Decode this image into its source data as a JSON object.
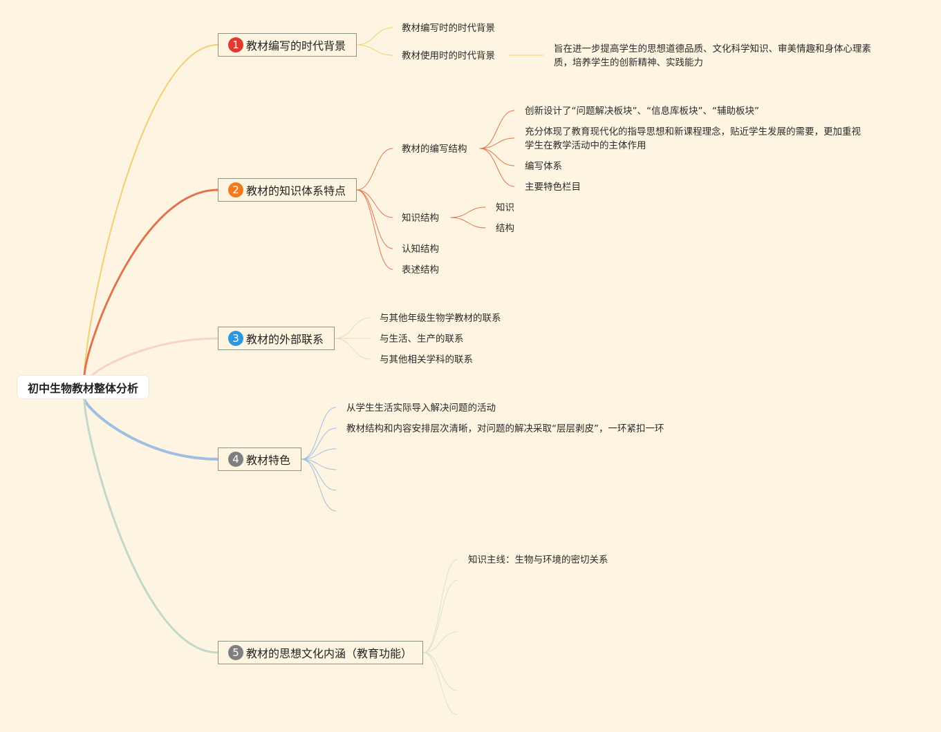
{
  "root": {
    "label": "初中生物教材整体分析"
  },
  "branches": [
    {
      "number": "1",
      "label": "教材编写的时代背景",
      "color": "#f2cf6f",
      "badge_color": "#e03a2f",
      "children": [
        {
          "label": "教材编写时的时代背景"
        },
        {
          "label": "教材使用时的时代背景",
          "children": [
            {
              "label": "旨在进一步提高学生的思想道德品质、文化科学知识、审美情趣和身体心理素质，培养学生的创新精神、实践能力"
            }
          ]
        }
      ]
    },
    {
      "number": "2",
      "label": "教材的知识体系特点",
      "color": "#e0744e",
      "badge_color": "#f07a1c",
      "children": [
        {
          "label": "教材的编写结构",
          "children": [
            {
              "label": "创新设计了“问题解决板块”、“信息库板块”、“辅助板块”"
            },
            {
              "label": "充分体现了教育现代化的指导思想和新课程理念，贴近学生发展的需要，更加重视学生在教学活动中的主体作用"
            },
            {
              "label": "编写体系"
            },
            {
              "label": "主要特色栏目"
            }
          ]
        },
        {
          "label": "知识结构",
          "children": [
            {
              "label": "知识"
            },
            {
              "label": "结构"
            }
          ]
        },
        {
          "label": "认知结构"
        },
        {
          "label": "表述结构"
        }
      ]
    },
    {
      "number": "3",
      "label": "教材的外部联系",
      "color": "#f6d2c8",
      "badge_color": "#2c98e0",
      "children": [
        {
          "label": "与其他年级生物学教材的联系"
        },
        {
          "label": "与生活、生产的联系"
        },
        {
          "label": "与其他相关学科的联系"
        }
      ]
    },
    {
      "number": "4",
      "label": "教材特色",
      "color": "#9ebfe3",
      "badge_color": "#7f7f7f",
      "children": [
        {
          "label": "从学生生活实际导入解决问题的活动"
        },
        {
          "label": "教材结构和内容安排层次清晰，对问题的解决采取“层层剥皮”，一环紧扣一环"
        },
        {
          "label": ""
        },
        {
          "label": ""
        },
        {
          "label": ""
        },
        {
          "label": ""
        }
      ]
    },
    {
      "number": "5",
      "label": "教材的思想文化内涵（教育功能）",
      "color": "#c2d8c8",
      "badge_color": "#7f7f7f",
      "children": [
        {
          "label": "知识主线：生物与环境的密切关系"
        },
        {
          "label": ""
        },
        {
          "label": ""
        },
        {
          "label": ""
        },
        {
          "label": ""
        }
      ]
    }
  ]
}
